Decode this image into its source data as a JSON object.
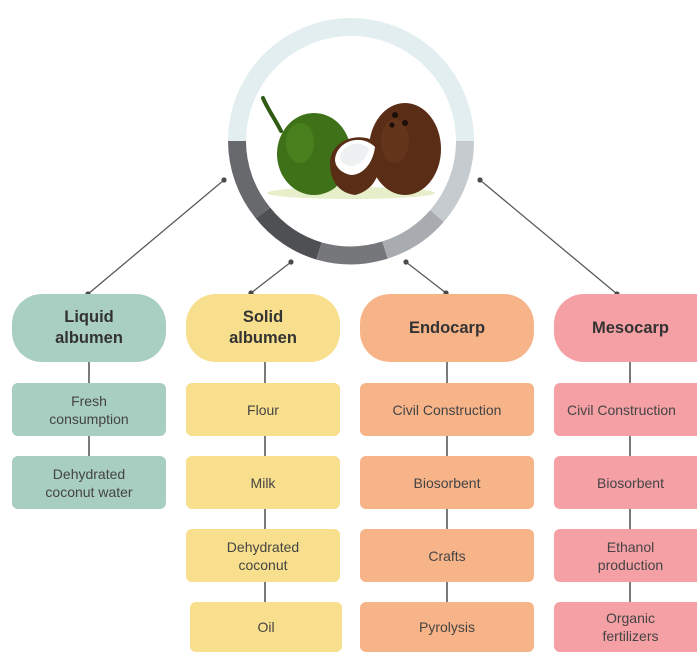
{
  "colors": {
    "liquid": "#a9cfc2",
    "solid": "#f8df8d",
    "endocarp": "#f8b489",
    "mesocarp": "#f5a0a5",
    "ring_light": "#e3eef0",
    "ring_dark": "#5b5d61",
    "connector": "#5a5a5a"
  },
  "hub": {
    "icon": "coconut-icon"
  },
  "columns": [
    {
      "key": "liquid",
      "title": "Liquid\nalbumen",
      "items": [
        "Fresh\nconsumption",
        "Dehydrated\ncoconut water"
      ]
    },
    {
      "key": "solid",
      "title": "Solid\nalbumen",
      "items": [
        "Flour",
        "Milk",
        "Dehydrated\ncoconut",
        "Oil"
      ]
    },
    {
      "key": "endocarp",
      "title": "Endocarp",
      "items": [
        "Civil Construction",
        "Biosorbent",
        "Crafts",
        "Pyrolysis"
      ]
    },
    {
      "key": "mesocarp",
      "title": "Mesocarp",
      "items": [
        "Civil Construction",
        "Biosorbent",
        "Ethanol\nproduction",
        "Organic\nfertilizers"
      ]
    }
  ]
}
